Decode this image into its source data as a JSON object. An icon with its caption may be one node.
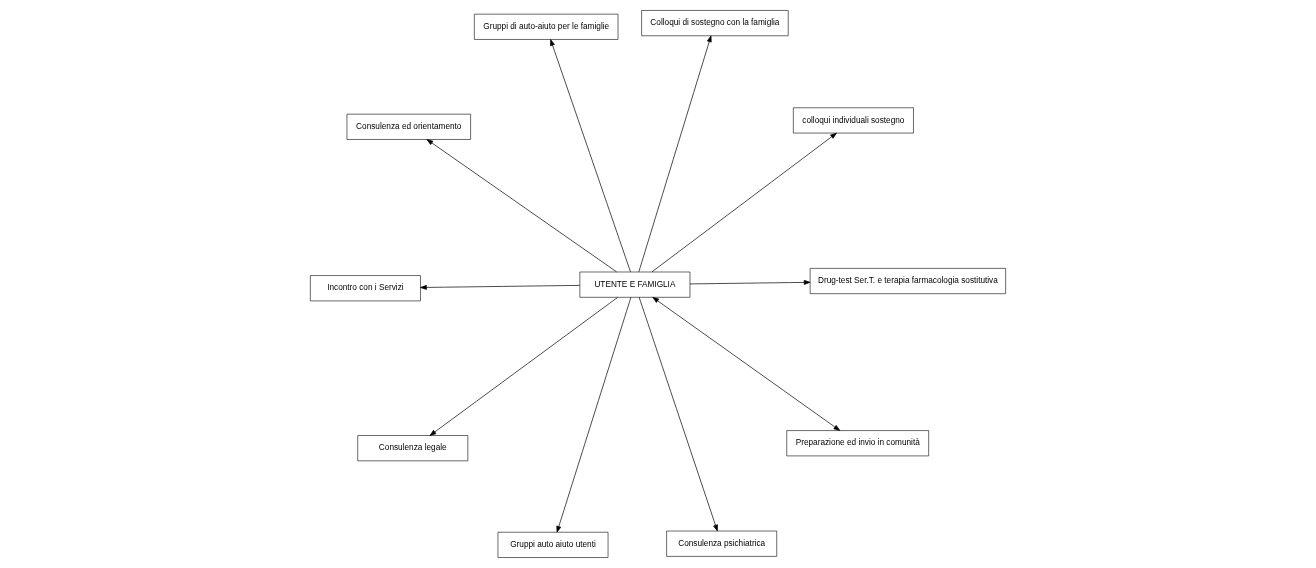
{
  "diagram": {
    "nodes": [
      {
        "text": [
          "Consulenza ed orientamento"
        ]
      },
      {
        "text": [
          "colloqui individuali sostegno"
        ]
      },
      {
        "text": [
          "Gruppi auto aiuto utenti"
        ]
      },
      {
        "text": [
          "Gruppi di auto-aiuto per le famiglie"
        ]
      },
      {
        "text": [
          "Colloqui di sostegno con la famiglia"
        ]
      },
      {
        "text": [
          "UTENTE E FAMIGLIA"
        ]
      },
      {
        "text": [
          "Consulenza legale"
        ]
      },
      {
        "text": [
          "Drug-test Ser.T. e terapia farmacologia sostitutiva"
        ]
      },
      {
        "text": [
          "Incontro con i Servizi"
        ]
      },
      {
        "text": [
          "Preparazione ed invio in comunità"
        ]
      },
      {
        "text": [
          "Consulenza psichiatrica"
        ]
      }
    ],
    "edges": [
      {
        "from": 5,
        "to": 0,
        "arrow": "to"
      },
      {
        "from": 5,
        "to": 1,
        "arrow": "to"
      },
      {
        "from": 5,
        "to": 3,
        "arrow": "to"
      },
      {
        "from": 5,
        "to": 6,
        "arrow": "to"
      },
      {
        "from": 5,
        "to": 8,
        "arrow": "to"
      },
      {
        "from": 5,
        "to": 9,
        "arrow": "both"
      },
      {
        "from": 5,
        "to": 10,
        "arrow": "to"
      },
      {
        "from": 5,
        "to": 7,
        "arrow": "to"
      },
      {
        "from": 5,
        "to": 4,
        "arrow": "to"
      },
      {
        "from": 5,
        "to": 2,
        "arrow": "to"
      }
    ]
  }
}
